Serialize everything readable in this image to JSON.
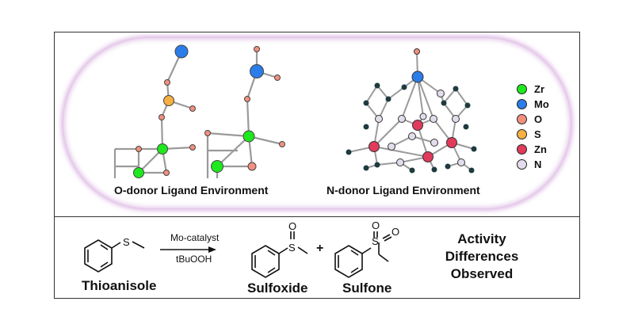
{
  "panel": {
    "o_donor_label": "O-donor Ligand Environment",
    "n_donor_label": "N-donor Ligand Environment"
  },
  "legend": [
    {
      "label": "Zr",
      "color": "#1ee81e"
    },
    {
      "label": "Mo",
      "color": "#2b7de9"
    },
    {
      "label": "O",
      "color": "#f2907e"
    },
    {
      "label": "S",
      "color": "#f4b042"
    },
    {
      "label": "Zn",
      "color": "#e03b5b"
    },
    {
      "label": "N",
      "color": "#e3dcec"
    }
  ],
  "reaction": {
    "reactant": "Thioanisole",
    "catalyst": "Mo-catalyst",
    "oxidant": "tBuOOH",
    "plus": "+",
    "product1": "Sulfoxide",
    "product2": "Sulfone",
    "result": [
      "Activity",
      "Differences",
      "Observed"
    ],
    "atom_s": "S",
    "atom_o": "O"
  }
}
